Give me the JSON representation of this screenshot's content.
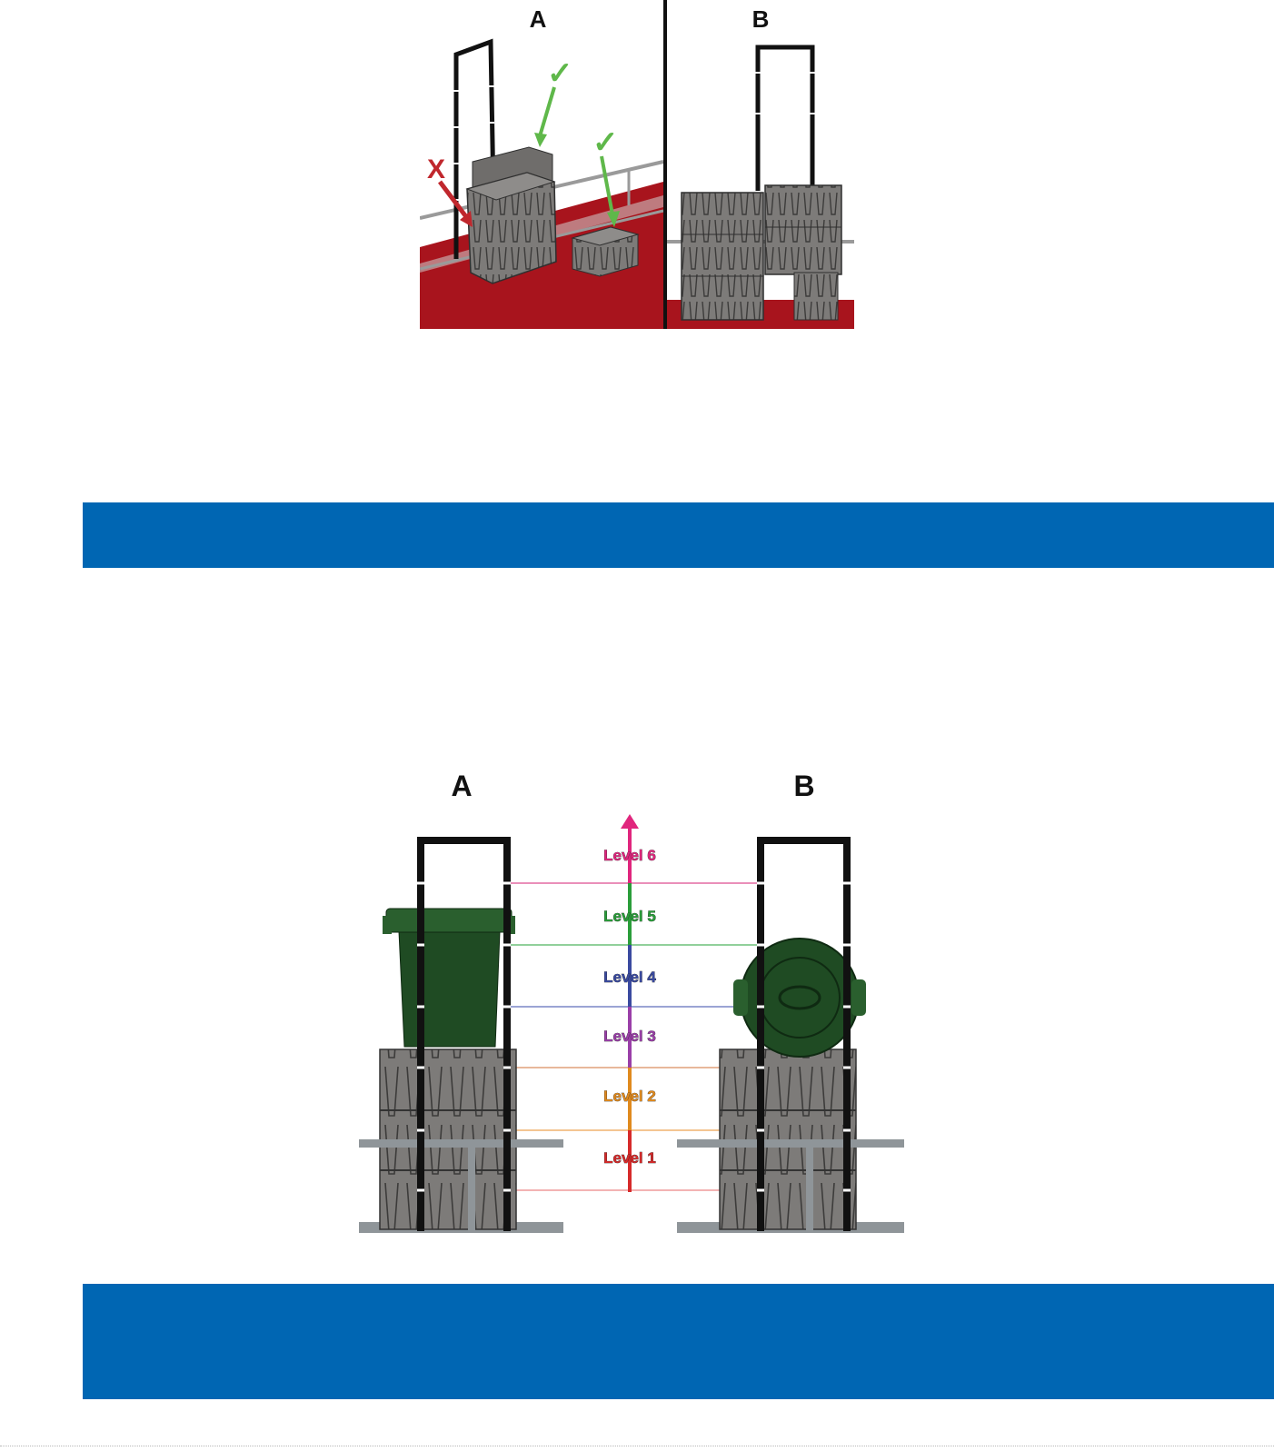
{
  "figure1": {
    "panel_a_label": "A",
    "panel_b_label": "B",
    "mark_x": "X",
    "mark_check": "✓"
  },
  "figure2": {
    "panel_a_label": "A",
    "panel_b_label": "B",
    "levels": [
      {
        "label": "Level 6",
        "color": "#e0267d"
      },
      {
        "label": "Level 5",
        "color": "#2a9d3a"
      },
      {
        "label": "Level 4",
        "color": "#3a4aa0"
      },
      {
        "label": "Level 3",
        "color": "#9a3fa8"
      },
      {
        "label": "Level 2",
        "color": "#e08a1e"
      },
      {
        "label": "Level 1",
        "color": "#d62a2a"
      }
    ]
  },
  "colors": {
    "band": "#0066b3",
    "floor_red": "#a8141d",
    "crate_gray": "#7d7b79",
    "bin_green": "#1f4b23",
    "check_green": "#5fb84a",
    "cross_red": "#c0272d"
  }
}
